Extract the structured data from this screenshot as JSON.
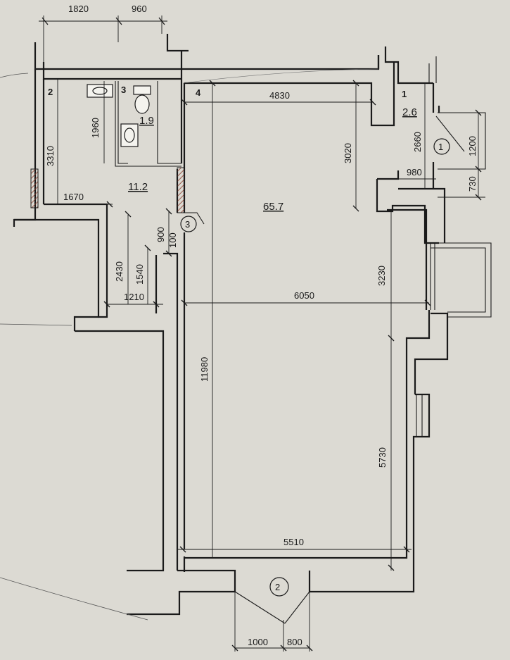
{
  "room_numbers": {
    "r1": "1",
    "r2": "2",
    "r3": "3",
    "r4": "4"
  },
  "areas": {
    "r1": "2.6",
    "r3": "1.9",
    "hall": "11.2",
    "r4": "65.7"
  },
  "markers": {
    "m1": "1",
    "m2": "2",
    "m3": "3"
  },
  "dimensions": {
    "top_1820": "1820",
    "top_960": "960",
    "r4_width_4830": "4830",
    "r3_height_1960": "1960",
    "r2_height_3310": "3310",
    "hall_width_1670": "1670",
    "r4_3020": "3020",
    "r1_2660": "2660",
    "ext_1200": "1200",
    "ext_730": "730",
    "r1_980": "980",
    "door_900": "900",
    "door_100": "100",
    "hall_2430": "2430",
    "hall_1540": "1540",
    "hall_1210": "1210",
    "r4_3230": "3230",
    "r4_6050": "6050",
    "r4_11980": "11980",
    "r4_5730": "5730",
    "r4_5510": "5510",
    "entry_1000": "1000",
    "entry_800": "800"
  }
}
